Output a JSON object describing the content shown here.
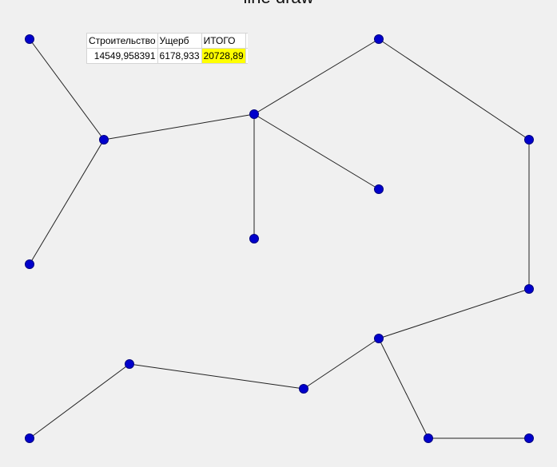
{
  "title": "line draw",
  "colors": {
    "background": "#f0f0f0",
    "node_fill": "#0000cc",
    "node_stroke": "#000080",
    "edge": "#222222",
    "highlight": "#ffff00"
  },
  "table": {
    "headers": [
      "Строительство",
      "Ущерб",
      "ИТОГО"
    ],
    "values": [
      "14549,958391",
      "6178,933",
      "20728,89"
    ]
  }
}
